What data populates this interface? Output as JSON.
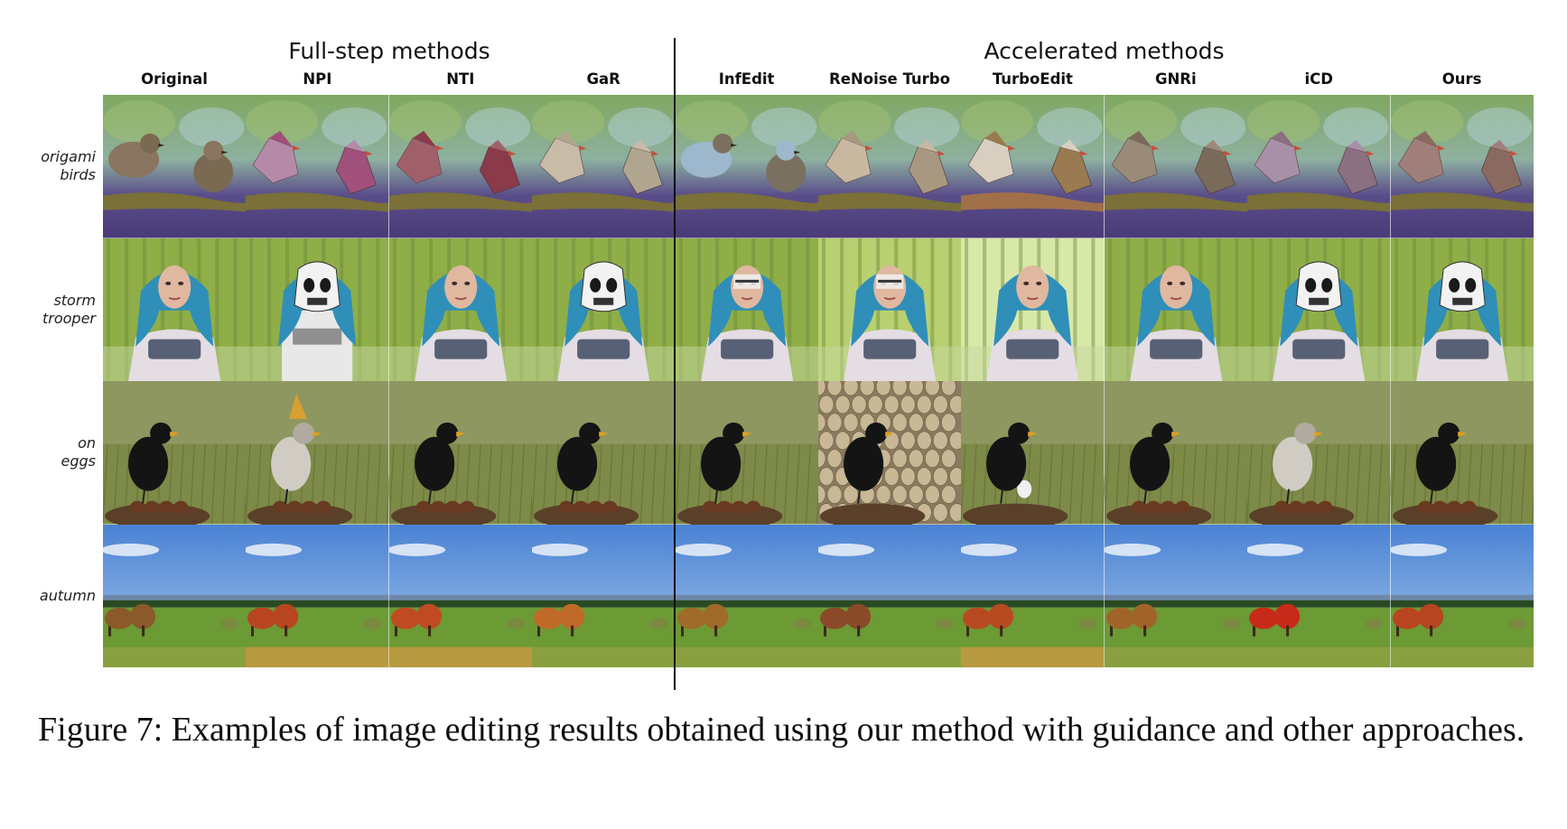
{
  "figure": {
    "group_full": "Full-step methods",
    "group_accelerated": "Accelerated methods",
    "columns": [
      "Original",
      "NPI",
      "NTI",
      "GaR",
      "InfEdit",
      "ReNoise Turbo",
      "TurboEdit",
      "GNRi",
      "iCD",
      "Ours"
    ],
    "rows": [
      {
        "line1": "origami",
        "line2": "birds",
        "scene": "birds"
      },
      {
        "line1": "storm",
        "line2": "trooper",
        "scene": "woman"
      },
      {
        "line1": "on",
        "line2": "eggs",
        "scene": "blackbird"
      },
      {
        "line1": "autumn",
        "line2": "",
        "scene": "landscape"
      }
    ],
    "caption": "Figure 7: Examples of image editing results obtained using our method with guidance and other approaches."
  },
  "colors": {
    "sky_blue": "#5a8fd8",
    "grass_green": "#6f8a3a",
    "hair_teal": "#2f8fb8",
    "branch_brown": "#6b5a2e",
    "autumn_red": "#b8451f"
  }
}
